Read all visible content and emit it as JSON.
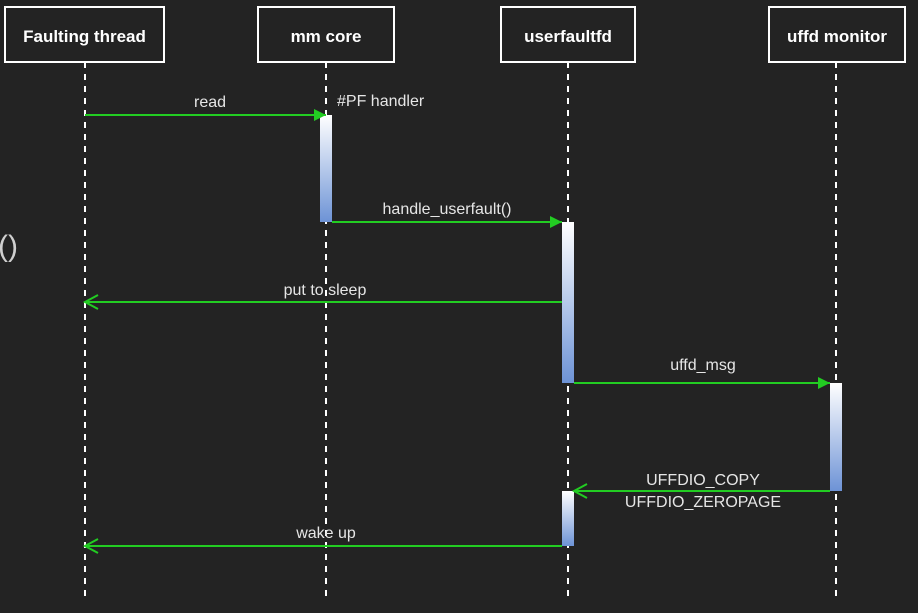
{
  "colors": {
    "background": "#232323",
    "participant_border": "#ffffff",
    "participant_text": "#ffffff",
    "lifeline": "#ffffff",
    "message_arrow": "#22cc22",
    "message_text": "#e6e6e6",
    "activation_top": "#ffffff",
    "activation_bottom": "#6d93d6"
  },
  "side_glyph": "()",
  "participants": [
    {
      "id": "faulting",
      "label": "Faulting thread"
    },
    {
      "id": "mm",
      "label": "mm core"
    },
    {
      "id": "uffd",
      "label": "userfaultfd"
    },
    {
      "id": "monitor",
      "label": "uffd monitor"
    }
  ],
  "activations": [
    {
      "participant": "mm"
    },
    {
      "participant": "uffd"
    },
    {
      "participant": "monitor"
    },
    {
      "participant": "uffd"
    }
  ],
  "messages": [
    {
      "from": "faulting",
      "to": "mm",
      "lines": [
        "read"
      ]
    },
    {
      "from": "mm",
      "to": "uffd",
      "lines": [
        "handle_userfault()"
      ]
    },
    {
      "from": "uffd",
      "to": "faulting",
      "lines": [
        "put to sleep"
      ]
    },
    {
      "from": "uffd",
      "to": "monitor",
      "lines": [
        "uffd_msg"
      ]
    },
    {
      "from": "monitor",
      "to": "uffd",
      "lines": [
        "UFFDIO_COPY",
        "UFFDIO_ZEROPAGE"
      ]
    },
    {
      "from": "uffd",
      "to": "faulting",
      "lines": [
        "wake up"
      ]
    }
  ],
  "notes": [
    {
      "participant": "mm",
      "text": "#PF handler"
    }
  ]
}
